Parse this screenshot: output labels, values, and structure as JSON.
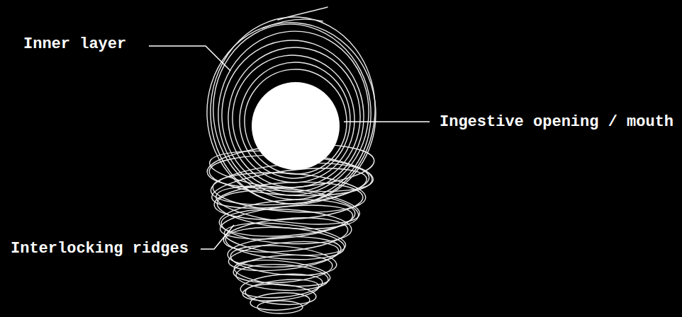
{
  "diagram": {
    "labels": [
      "Inner layer",
      "Ingestive opening / mouth",
      "Interlocking ridges"
    ]
  }
}
